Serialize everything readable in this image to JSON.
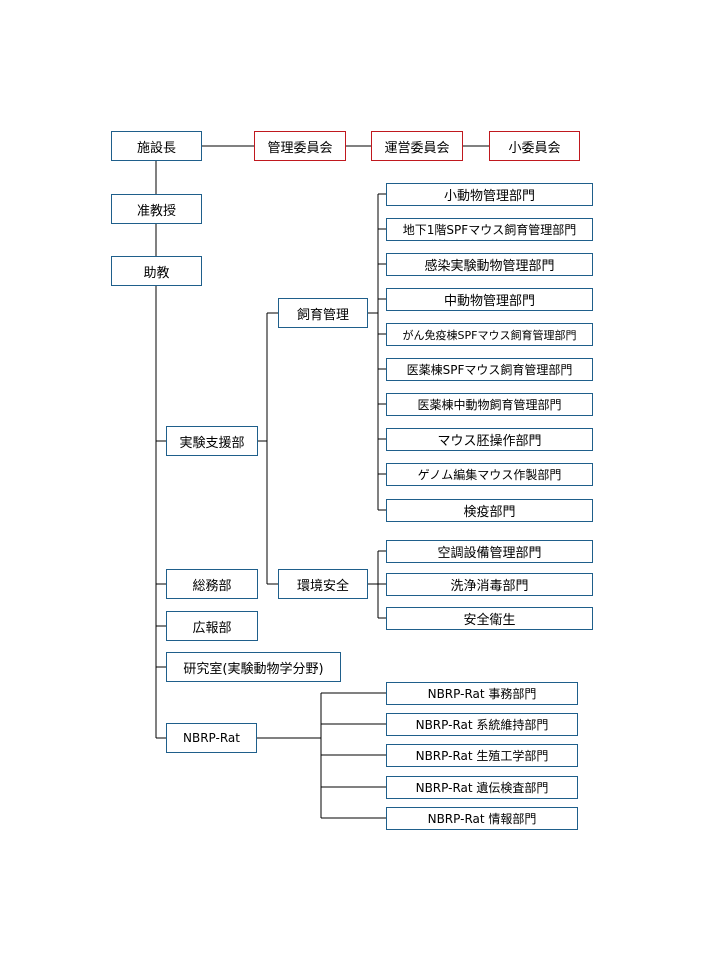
{
  "top": {
    "director": "施設長"
  },
  "committees": [
    "管理委員会",
    "運営委員会",
    "小委員会"
  ],
  "staff": {
    "associate_professor": "准教授",
    "assistant_professor": "助教"
  },
  "divisions": {
    "experiment_support": "実験支援部",
    "general_affairs": "総務部",
    "public_relations": "広報部",
    "laboratory": "研究室(実験動物学分野)",
    "nbrp_rat": "NBRP-Rat"
  },
  "support_groups": {
    "breeding": "飼育管理",
    "environment": "環境安全"
  },
  "breeding_units": [
    "小動物管理部門",
    "地下1階SPFマウス飼育管理部門",
    "感染実験動物管理部門",
    "中動物管理部門",
    "がん免疫棟SPFマウス飼育管理部門",
    "医薬棟SPFマウス飼育管理部門",
    "医薬棟中動物飼育管理部門",
    "マウス胚操作部門",
    "ゲノム編集マウス作製部門",
    "検疫部門"
  ],
  "environment_units": [
    "空調設備管理部門",
    "洗浄消毒部門",
    "安全衛生"
  ],
  "nbrp_units": [
    "NBRP-Rat 事務部門",
    "NBRP-Rat 系統維持部門",
    "NBRP-Rat 生殖工学部門",
    "NBRP-Rat 遺伝検査部門",
    "NBRP-Rat 情報部門"
  ]
}
